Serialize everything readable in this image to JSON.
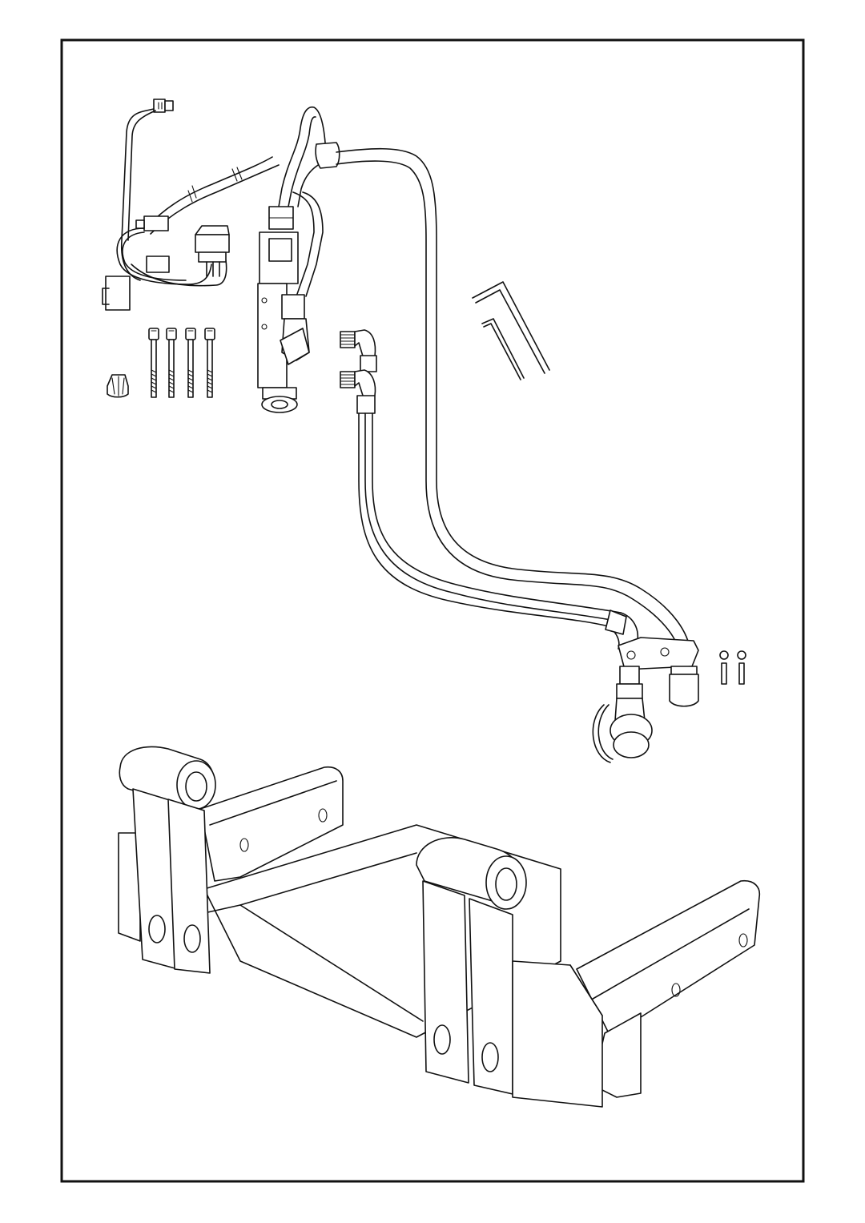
{
  "drawing": {
    "line_color": "#111111",
    "background_color": "#ffffff",
    "components": [
      "wiring-harness-with-connectors",
      "rocker-switch",
      "cap-screws",
      "plastic-knob",
      "solenoid-valve",
      "hydraulic-fittings",
      "hydraulic-hoses",
      "hex-keys",
      "quick-coupler-bracket",
      "small-bolts",
      "mount-frame"
    ]
  }
}
